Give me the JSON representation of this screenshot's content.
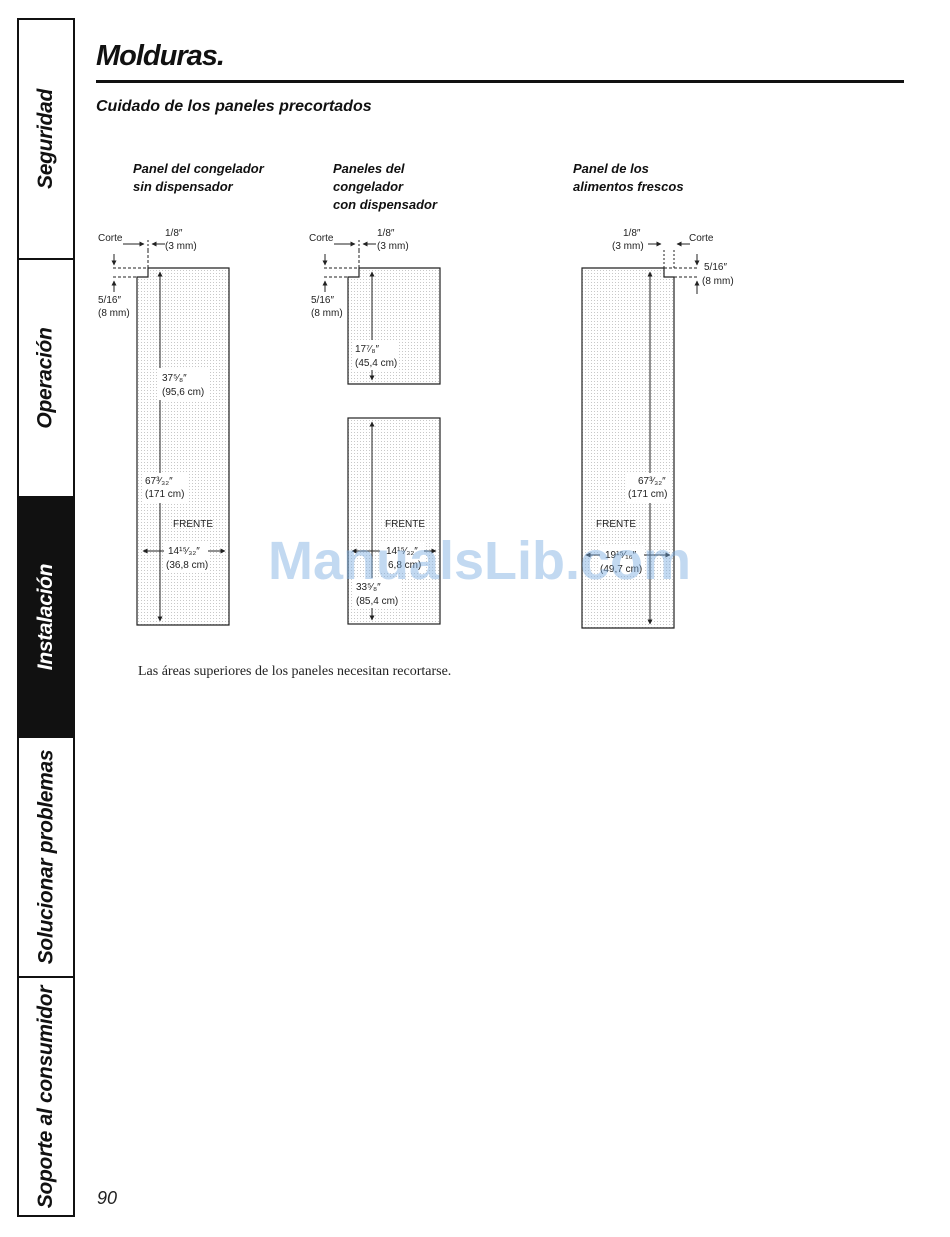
{
  "sidebar": {
    "tabs": [
      {
        "label": "Seguridad"
      },
      {
        "label": "Operación"
      },
      {
        "label": "Instalación"
      },
      {
        "label": "Solucionar problemas"
      },
      {
        "label": "Soporte al consumidor"
      }
    ]
  },
  "header": {
    "title": "Molduras.",
    "subtitle": "Cuidado de los paneles precortados"
  },
  "panels": [
    {
      "title": "Panel del congelador\nsin dispensador"
    },
    {
      "title": "Paneles del\ncongelador\ncon dispensador"
    },
    {
      "title": "Panel de los\nalimentos frescos"
    }
  ],
  "labels": {
    "cut": "Corte",
    "front": "FRENTE",
    "eighth_in": "1/8″",
    "eighth_mm": "(3 mm)",
    "five_sixteenths_in": "5/16″",
    "five_sixteenths_mm": "(8 mm)",
    "height_67_in": "67³⁄₃₂″",
    "height_67_cm": "(171 cm)",
    "height_37_in": "37⁵⁄₈″",
    "height_37_cm": "(95,6 cm)",
    "height_17_in": "17⁷⁄₈″",
    "height_17_cm": "(45,4 cm)",
    "height_33_in": "33⁵⁄₈″",
    "height_33_cm": "(85,4 cm)",
    "width_14_in": "14¹⁵⁄₃₂″",
    "width_14_cm": "(36,8 cm)",
    "width_14b_in": "14¹⁵⁄₃₂″",
    "width_14b_cm": "6,8 cm)",
    "width_19_in": "19¹⁵⁄₁₆″",
    "width_19_cm": "(49,7 cm)"
  },
  "caption": "Las áreas superiores de los paneles necesitan recortarse.",
  "page_number": "90",
  "watermark": "ManualsLib.com"
}
